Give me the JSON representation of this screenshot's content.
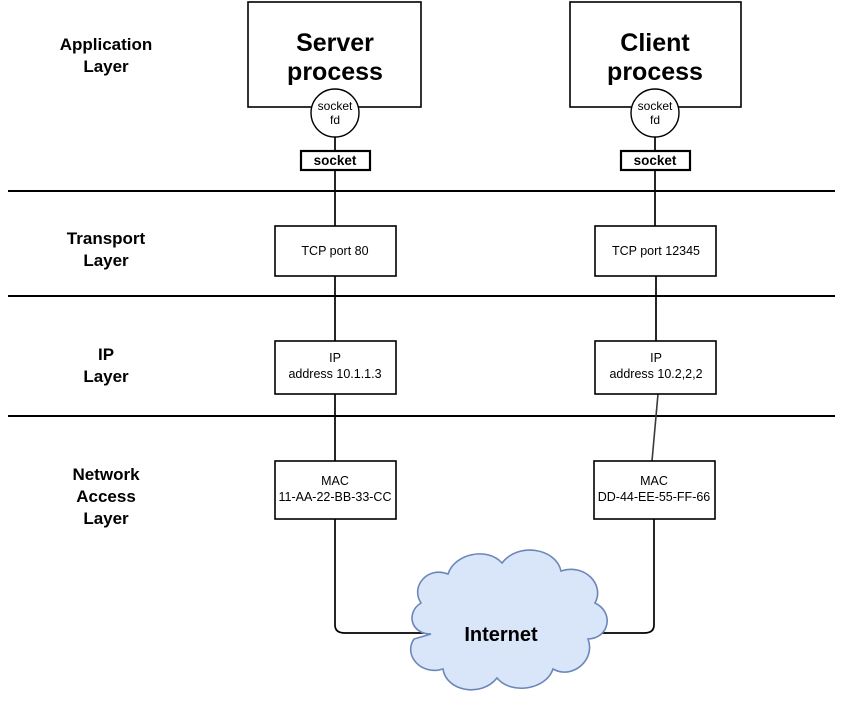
{
  "diagram": {
    "title": "TCP/IP layered model with server and client sockets",
    "background_color": "#ffffff",
    "line_color": "#000000"
  },
  "layers": [
    {
      "id": "application",
      "label_line1": "Application",
      "label_line2": "Layer",
      "label_line3": ""
    },
    {
      "id": "transport",
      "label_line1": "Transport",
      "label_line2": "Layer",
      "label_line3": ""
    },
    {
      "id": "ip",
      "label_line1": "IP",
      "label_line2": "Layer",
      "label_line3": ""
    },
    {
      "id": "network-access",
      "label_line1": "Network",
      "label_line2": "Access",
      "label_line3": "Layer"
    }
  ],
  "server": {
    "process_line1": "Server",
    "process_line2": "process",
    "socket_fd_line1": "socket",
    "socket_fd_line2": "fd",
    "socket_label": "socket",
    "transport_text": "TCP port 80",
    "ip_line1": "IP",
    "ip_line2": "address 10.1.1.3",
    "mac_line1": "MAC",
    "mac_line2": "11-AA-22-BB-33-CC"
  },
  "client": {
    "process_line1": "Client",
    "process_line2": "process",
    "socket_fd_line1": "socket",
    "socket_fd_line2": "fd",
    "socket_label": "socket",
    "transport_text": "TCP port 12345",
    "ip_line1": "IP",
    "ip_line2": "address 10.2,2,2",
    "mac_line1": "MAC",
    "mac_line2": "DD-44-EE-55-FF-66"
  },
  "cloud": {
    "label": "Internet",
    "fill_color": "#d9e5f8",
    "stroke_color": "#6b86b8"
  }
}
